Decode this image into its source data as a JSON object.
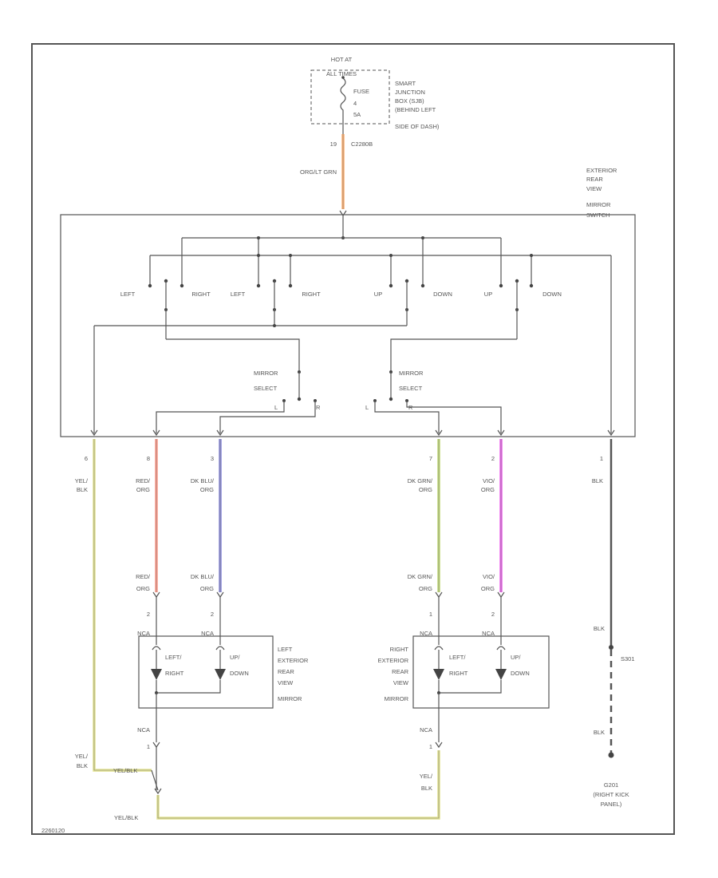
{
  "fuse_block": {
    "hot_at": [
      "HOT AT",
      "ALL TIMES"
    ],
    "fuse": [
      "FUSE",
      "4",
      "5A"
    ],
    "location": [
      "SMART",
      "JUNCTION",
      "BOX (SJB)",
      "(BEHIND LEFT",
      "SIDE OF DASH)"
    ]
  },
  "feed_wire": {
    "circuit": "19",
    "connector": "C2280B",
    "color": "ORG/LT GRN"
  },
  "switch_title": [
    "EXTERIOR",
    "REAR",
    "VIEW",
    "MIRROR",
    "SWITCH"
  ],
  "switch_positions": [
    "LEFT",
    "RIGHT",
    "LEFT",
    "RIGHT",
    "UP",
    "DOWN",
    "UP",
    "DOWN"
  ],
  "mirror_select": [
    "MIRROR",
    "SELECT"
  ],
  "select_marks": {
    "l1": "L",
    "r1": "R",
    "l2": "L",
    "r2": "R"
  },
  "pins": {
    "pin_yel": "6",
    "pin_red": "8",
    "pin_blu": "3",
    "pin_grn": "7",
    "pin_vio": "2",
    "pin_blk": "1"
  },
  "wire_colors": {
    "yel_blk": [
      "YEL/",
      "BLK"
    ],
    "red_org": [
      "RED/",
      "ORG"
    ],
    "dk_blu_org": [
      "DK BLU/",
      "ORG"
    ],
    "dk_grn_org": [
      "DK GRN/",
      "ORG"
    ],
    "vio_org": [
      "VIO/",
      "ORG"
    ],
    "blk": "BLK"
  },
  "left_mirror": {
    "pins": [
      "2",
      "2"
    ],
    "nca": [
      "NCA",
      "NCA"
    ],
    "motors": [
      [
        "LEFT/",
        "RIGHT"
      ],
      [
        "UP/",
        "DOWN"
      ]
    ],
    "title": [
      "LEFT",
      "EXTERIOR",
      "REAR",
      "VIEW",
      "MIRROR"
    ],
    "bottom": {
      "nca": "NCA",
      "pin": "1"
    }
  },
  "right_mirror": {
    "pins": [
      "1",
      "2"
    ],
    "nca": [
      "NCA",
      "NCA"
    ],
    "motors": [
      [
        "LEFT/",
        "RIGHT"
      ],
      [
        "UP/",
        "DOWN"
      ]
    ],
    "title": [
      "RIGHT",
      "EXTERIOR",
      "REAR",
      "VIEW",
      "MIRROR"
    ],
    "bottom": {
      "nca": "NCA",
      "pin": "1"
    }
  },
  "splice": {
    "name": "S301",
    "wire_label": "YEL/BLK"
  },
  "ground": {
    "name": "G201",
    "location": [
      "(RIGHT KICK",
      "PANEL)"
    ]
  },
  "diagram_id": "2260120",
  "colors": {
    "feed_orange": "#ffb070",
    "yellow": "#e4e490",
    "red": "#ff9a8a",
    "blue": "#8a8ad8",
    "green": "#c4dc78",
    "violet": "#ee66ee",
    "black": "#555555"
  }
}
